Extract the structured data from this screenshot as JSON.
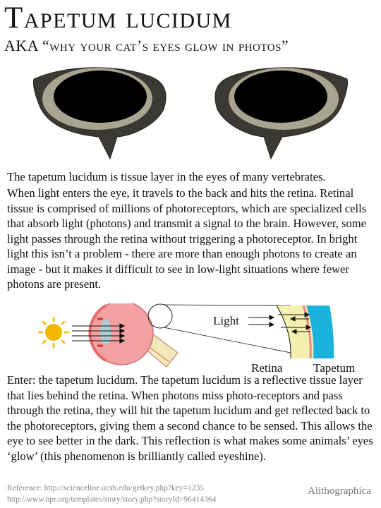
{
  "header": {
    "title": "Tapetum lucidum",
    "subtitle": "AKA “why your cat’s eyes glow in photos”"
  },
  "paragraphs": [
    "The tapetum lucidum is tissue layer in the eyes of many vertebrates.",
    "When light enters the eye, it travels to the back and hits the retina. Retinal tissue is comprised of millions of photoreceptors, which are specialized cells that absorb light (photons) and transmit a signal to the brain. However, some light passes through the retina without triggering a photoreceptor. In bright light this isn’t a problem - there are more than enough photons to create an image - but it makes it difficult to see in low-light situations where fewer photons are present.",
    "Enter: the tapetum lucidum. The tapetum lucidum is a reflective tissue layer that lies behind the retina. When photons miss photo-receptors and pass through the retina, they will hit the tapetum lucidum and get reflected back to the photoreceptors, giving them a second chance to be sensed. This allows the eye to see better in the dark. This reflection is what makes some animals’ eyes ‘glow’ (this phenomenon is brilliantly called eyeshine)."
  ],
  "diagram": {
    "light_label": "Light",
    "retina_label": "Retina",
    "tapetum_label": "Tapetum"
  },
  "footer": {
    "reference_1": "Reference: http://scienceline.ucsb.edu/getkey.php?key=1235",
    "reference_2": "http://www.npr.org/templates/story/story.php?storyId=96414364",
    "credit": "Alithographica"
  },
  "colors": {
    "eye_outer": "#3a3933",
    "eye_iris": "#a9a48f",
    "pupil": "#000000",
    "sun": "#f5b800",
    "eyeball": "#f3a1a3",
    "lens": "#9dd6dc",
    "retina_layer": "#f6f0b0",
    "tapetum_layer": "#19b3dd"
  }
}
